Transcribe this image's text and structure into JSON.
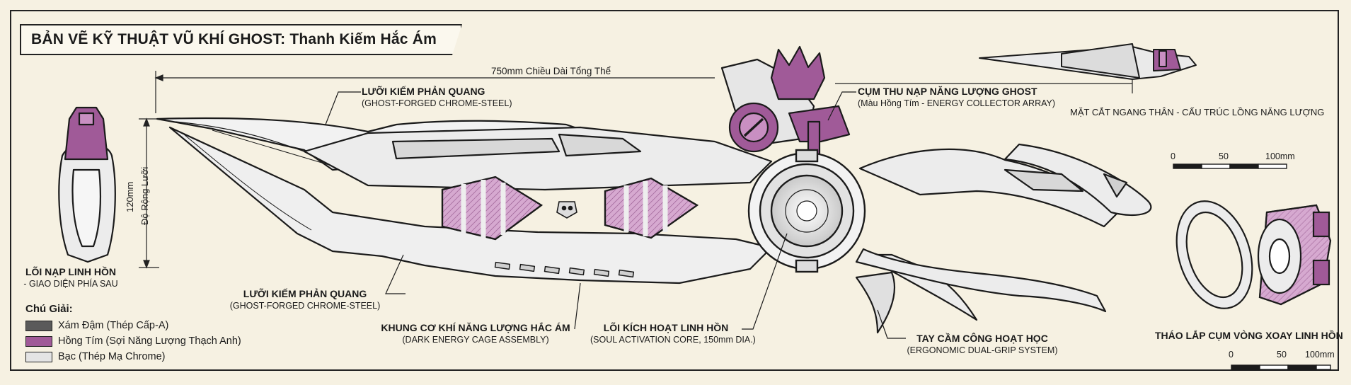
{
  "title": "BẢN VẼ KỸ THUẬT VŨ KHÍ GHOST: Thanh Kiếm Hắc Ám",
  "colors": {
    "paper": "#f6f1e2",
    "ink": "#1b1b1b",
    "dark_grey": "#5a5a5a",
    "magenta": "#a05a98",
    "light_magenta": "#d6a9d0",
    "silver": "#e4e4e4"
  },
  "dimensions": {
    "length": "750mm Chiều Dài Tổng Thể",
    "width_value": "120mm",
    "width_label": "Độ Rộng Lưỡi"
  },
  "callouts": {
    "blade_top": {
      "title": "LƯỠI KIẾM PHẢN QUANG",
      "sub": "(GHOST-FORGED CHROME-STEEL)"
    },
    "energy_collector": {
      "title": "CỤM THU NẠP NĂNG LƯỢNG GHOST",
      "sub": "(Màu Hồng Tím - ENERGY COLLECTOR ARRAY)"
    },
    "cross_section": {
      "title": "MẶT CẮT NGANG THÂN - CẤU TRÚC LỒNG NĂNG LƯỢNG"
    },
    "blade_bottom": {
      "title": "LƯỠI KIẾM PHẢN QUANG",
      "sub": "(GHOST-FORGED CHROME-STEEL)"
    },
    "frame": {
      "title": "KHUNG CƠ KHÍ NĂNG LƯỢNG HẮC ÁM",
      "sub": "(DARK ENERGY CAGE ASSEMBLY)"
    },
    "core": {
      "title": "LÕI KÍCH HOẠT LINH HỒN",
      "sub": "(SOUL ACTIVATION CORE, 150mm DIA.)"
    },
    "grip": {
      "title": "TAY CẦM CÔNG HOẠT HỌC",
      "sub": "(ERGONOMIC DUAL-GRIP SYSTEM)"
    },
    "rear_core": {
      "title": "LÕI NẠP LINH HỒN",
      "sub": "- GIAO DIỆN PHÍA SAU"
    },
    "disassembly": {
      "title": "THÁO LẮP CỤM VÒNG XOAY LINH HỒN"
    }
  },
  "scale_bars": [
    {
      "ticks": [
        "0",
        "50",
        "100mm"
      ]
    },
    {
      "ticks": [
        "0",
        "50",
        "100mm"
      ]
    }
  ],
  "legend": {
    "title": "Chú Giải:",
    "items": [
      {
        "label": "Xám Đậm (Thép Cấp-A)",
        "color": "#5a5a5a"
      },
      {
        "label": "Hồng Tím (Sợi Năng Lượng Thạch Anh)",
        "color": "#a05a98"
      },
      {
        "label": "Bạc (Thép Mạ Chrome)",
        "color": "#e4e4e4"
      }
    ]
  }
}
